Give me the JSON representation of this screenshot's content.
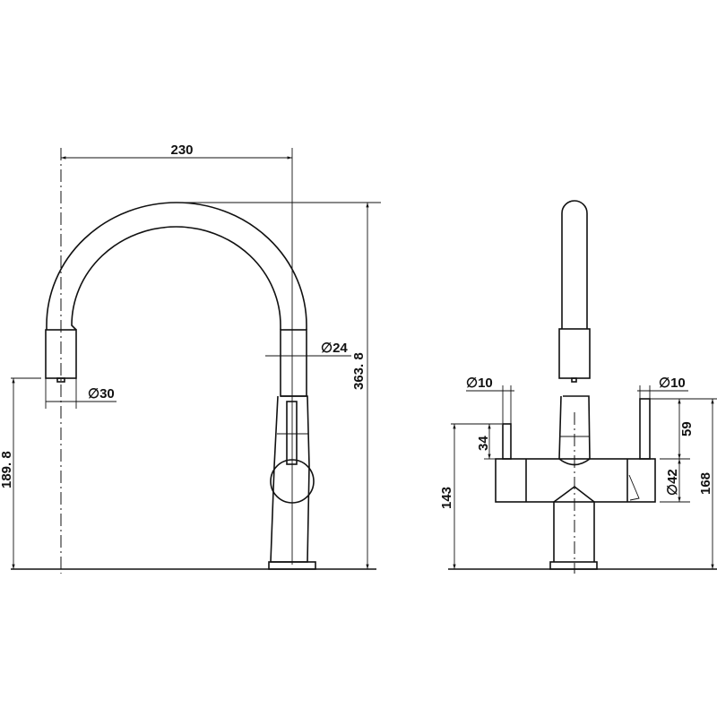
{
  "side_view": {
    "width_label": "230",
    "total_height_label": "363. 8",
    "spout_height_label": "189. 8",
    "spout_diameter_label": "∅30",
    "pipe_diameter_label": "∅24"
  },
  "front_view": {
    "left_lever_diameter_label": "∅10",
    "right_lever_diameter_label": "∅10",
    "left_lever_height_label": "34",
    "body_height_label": "143",
    "right_lever_height_label": "59",
    "body_diameter_label": "∅42",
    "overall_height_label": "168"
  }
}
